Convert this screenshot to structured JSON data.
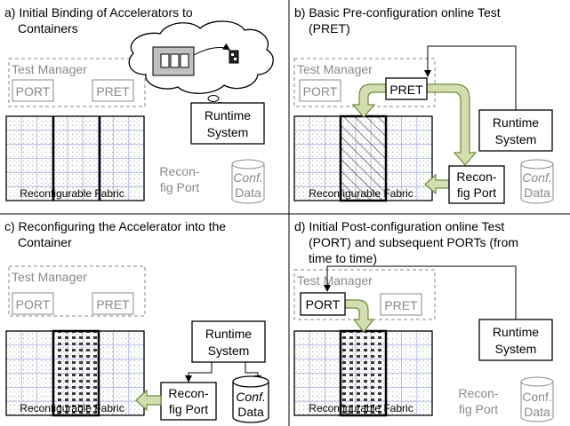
{
  "panels": {
    "a": {
      "title_line1": "a) Initial Binding of Accelerators to",
      "title_line2": "Containers"
    },
    "b": {
      "title_line1": "b) Basic Pre-configuration online Test",
      "title_line2": "(PRET)"
    },
    "c": {
      "title_line1": "c) Reconfiguring the Accelerator into the",
      "title_line2": "Container"
    },
    "d": {
      "title_line1": "d) Initial Post-configuration online Test",
      "title_line2": "(PORT) and subsequent PORTs (from",
      "title_line3": "time to time)"
    }
  },
  "labels": {
    "test_manager": "Test Manager",
    "port": "PORT",
    "pret": "PRET",
    "runtime_line1": "Runtime",
    "runtime_line2": "System",
    "recon_line1": "Recon-",
    "recon_line2": "fig Port",
    "conf_line1": "Conf.",
    "conf_line2": "Data",
    "fabric": "Reconfigurable Fabric"
  },
  "colors": {
    "arrow_fill": "#d4ddb0",
    "arrow_stroke": "#6f8a3c",
    "grid_blue": "#aab4e0",
    "dim_gray": "#8a8a8a",
    "config_dots": "#444444"
  }
}
